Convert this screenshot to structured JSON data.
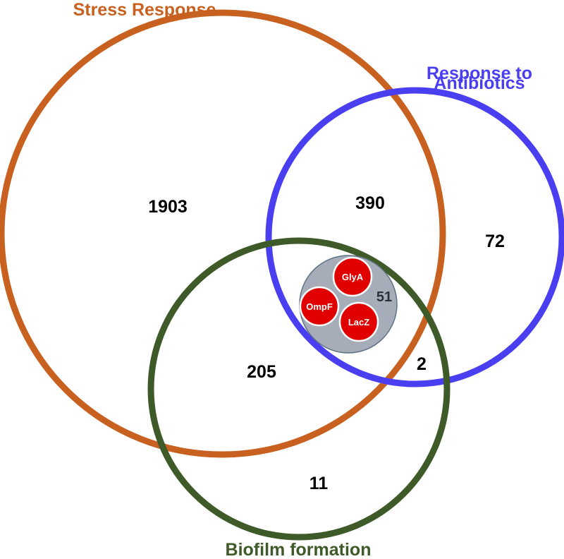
{
  "sets": {
    "stress": {
      "label": "Stress Response",
      "color": "#c8601f"
    },
    "antibiotics": {
      "label_line1": "Response to",
      "label_line2": "Antibiotics",
      "color": "#4a3ff0"
    },
    "biofilm": {
      "label": "Biofilm formation",
      "color": "#3d5a28"
    }
  },
  "counts": {
    "stress_only": "1903",
    "stress_antibiotics": "390",
    "antibiotics_only": "72",
    "stress_biofilm": "205",
    "antibiotics_biofilm": "2",
    "biofilm_only": "11",
    "all_three": "51"
  },
  "core": {
    "fill": "#a7adb8",
    "gene_fill": "#e00000",
    "genes": [
      "GlyA",
      "OmpF",
      "LacZ"
    ]
  }
}
